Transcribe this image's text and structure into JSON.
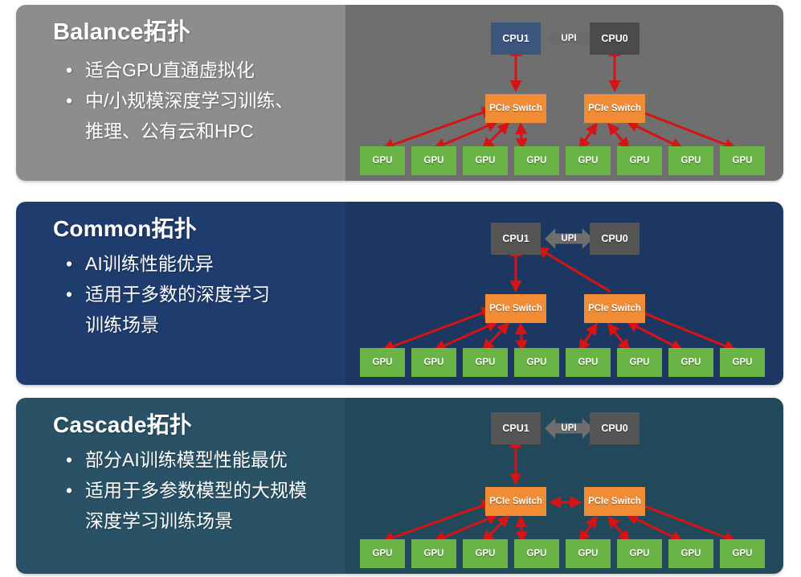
{
  "panels": [
    {
      "id": "balance",
      "title": "Balance拓扑",
      "bullet_marker": "•",
      "bullets": [
        "适合GPU直通虚拟化",
        "中/小规模深度学习训练、\n推理、公有云和HPC"
      ],
      "colors": {
        "text_bg": "#8d8d8d",
        "diagram_bg": "#6f6f6f"
      },
      "diagram": {
        "cpu1_label": "CPU1",
        "cpu0_label": "CPU0",
        "upi_label": "UPI",
        "cpu1_color": "#3b567a",
        "cpu0_color": "#4b4b4b",
        "pcie_left_label": "PCIe Switch",
        "pcie_right_label": "PCIe Switch",
        "pcie_color": "#f08c36",
        "gpu_labels": [
          "GPU",
          "GPU",
          "GPU",
          "GPU",
          "GPU",
          "GPU",
          "GPU",
          "GPU"
        ],
        "gpu_color": "#6ab445",
        "link_color": "#d71313",
        "links": [
          "pcie-left <-> CPU1",
          "pcie-right <-> CPU0",
          "pcie-left <-> GPU1..GPU4",
          "pcie-right <-> GPU5..GPU8"
        ]
      }
    },
    {
      "id": "common",
      "title": "Common拓扑",
      "bullet_marker": "•",
      "bullets": [
        "AI训练性能优异",
        "适用于多数的深度学习\n训练场景"
      ],
      "colors": {
        "text_bg": "#1f3c6e",
        "diagram_bg": "#1c3761"
      },
      "diagram": {
        "cpu1_label": "CPU1",
        "cpu0_label": "CPU0",
        "upi_label": "UPI",
        "cpu1_color": "#555555",
        "cpu0_color": "#555555",
        "pcie_left_label": "PCIe Switch",
        "pcie_right_label": "PCIe Switch",
        "pcie_color": "#f08c36",
        "gpu_labels": [
          "GPU",
          "GPU",
          "GPU",
          "GPU",
          "GPU",
          "GPU",
          "GPU",
          "GPU"
        ],
        "gpu_color": "#6ab445",
        "link_color": "#d71313",
        "links": [
          "pcie-left <-> CPU1",
          "pcie-right --> CPU1",
          "pcie-left <-> GPU1..GPU4",
          "pcie-right <-> GPU5..GPU8"
        ]
      }
    },
    {
      "id": "cascade",
      "title": "Cascade拓扑",
      "bullet_marker": "•",
      "bullets": [
        "部分AI训练模型性能最优",
        "适用于多参数模型的大规模\n深度学习训练场景"
      ],
      "colors": {
        "text_bg": "#2a5266",
        "diagram_bg": "#22485c"
      },
      "diagram": {
        "cpu1_label": "CPU1",
        "cpu0_label": "CPU0",
        "upi_label": "UPI",
        "cpu1_color": "#555555",
        "cpu0_color": "#555555",
        "pcie_left_label": "PCIe Switch",
        "pcie_right_label": "PCIe Switch",
        "pcie_color": "#f08c36",
        "gpu_labels": [
          "GPU",
          "GPU",
          "GPU",
          "GPU",
          "GPU",
          "GPU",
          "GPU",
          "GPU"
        ],
        "gpu_color": "#6ab445",
        "link_color": "#d71313",
        "links": [
          "pcie-left <-> CPU1",
          "pcie-left <-> pcie-right",
          "pcie-left <-> GPU1..GPU4",
          "pcie-right <-> GPU5..GPU8"
        ]
      }
    }
  ]
}
